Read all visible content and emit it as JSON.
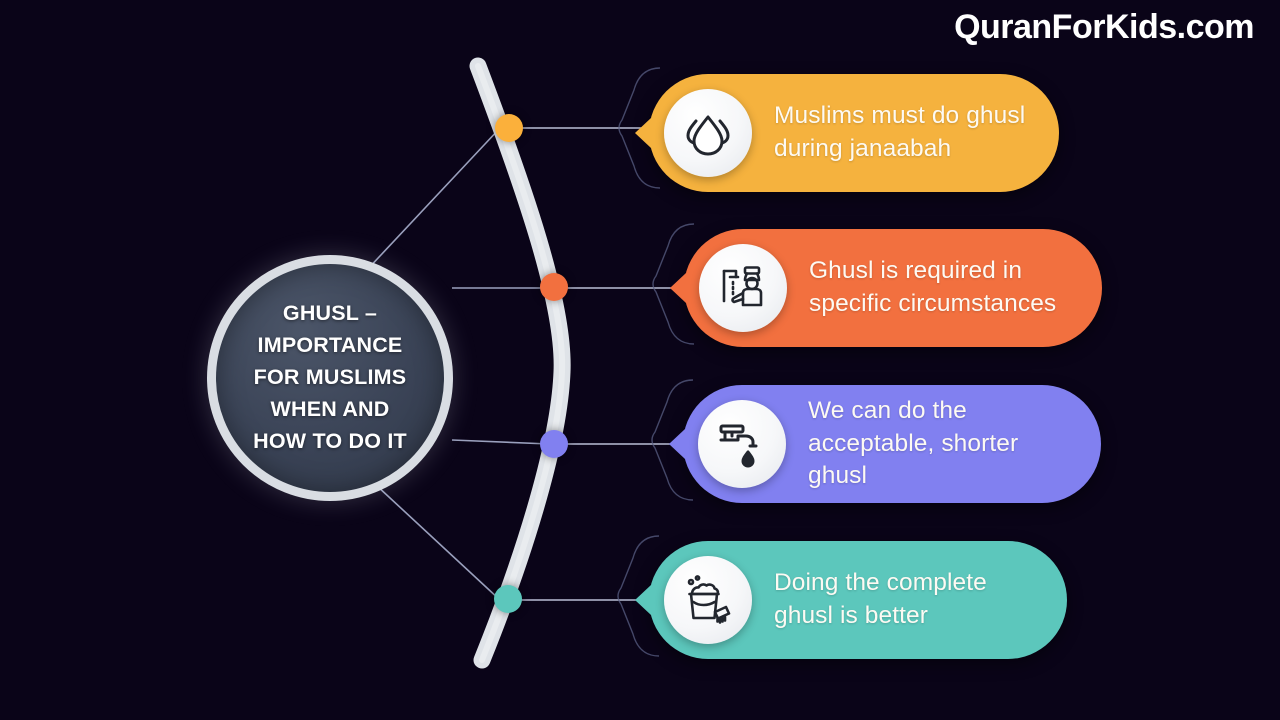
{
  "brand": {
    "text": "QuranForKids.com",
    "color": "#ffffff"
  },
  "background_color": "#0a0418",
  "hub": {
    "title": "GHUSL –\nIMPORTANCE\nFOR MUSLIMS\nWHEN AND\nHOW TO DO IT",
    "fill_color": "#3a4356",
    "ring_color": "#d9dde3"
  },
  "arc": {
    "color": "#dfe3e8",
    "description": "vertical curved spine connecting the four nodes"
  },
  "cards": [
    {
      "text": "Muslims must do ghusl\nduring janaabah",
      "color": "#f5b23e",
      "dot_color": "#fbb03b",
      "icon": "water-droplets-icon"
    },
    {
      "text": "Ghusl is required in\nspecific circumstances",
      "color": "#f2703f",
      "dot_color": "#f2703f",
      "icon": "person-washing-hands-icon"
    },
    {
      "text": "We can do the\nacceptable, shorter ghusl",
      "color": "#8180f0",
      "dot_color": "#8180f0",
      "icon": "faucet-droplet-icon"
    },
    {
      "text": "Doing the complete\nghusl is better",
      "color": "#5cc7bc",
      "dot_color": "#5cc7bc",
      "icon": "bucket-brush-icon"
    }
  ]
}
